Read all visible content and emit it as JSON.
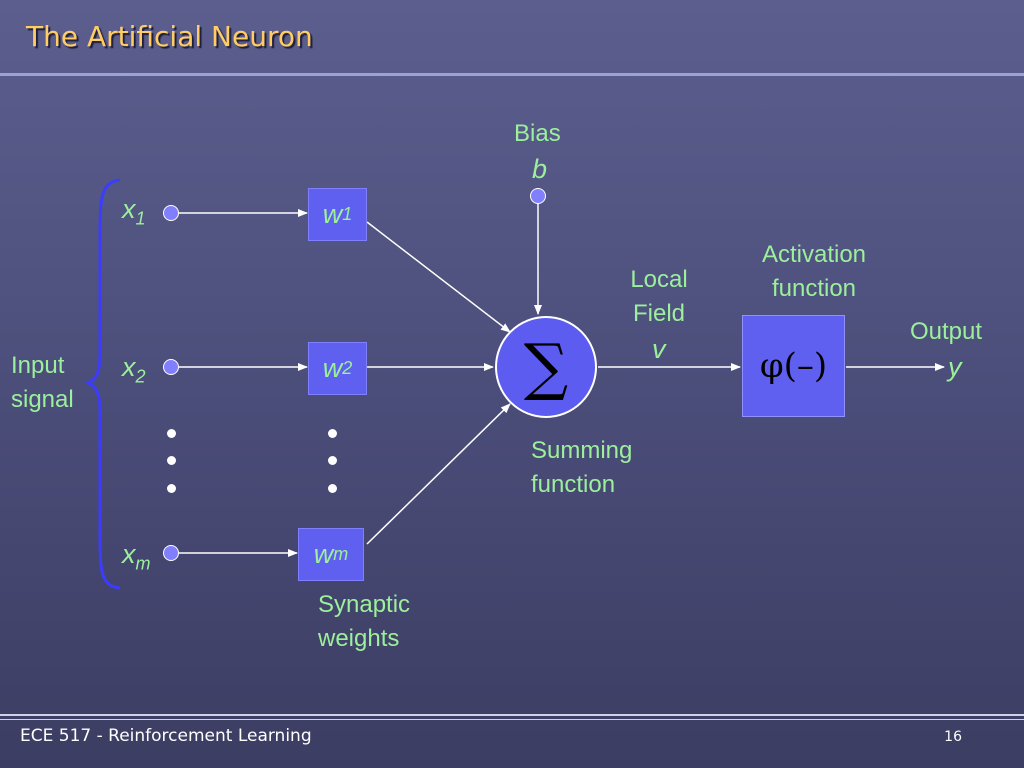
{
  "title": "The Artificial Neuron",
  "footer": {
    "course": "ECE 517 - Reinforcement Learning",
    "page": "16"
  },
  "labels": {
    "bias": "Bias",
    "bias_var": "b",
    "input_signal": [
      "Input",
      "signal"
    ],
    "local_field": [
      "Local",
      "Field"
    ],
    "local_field_var": "v",
    "activation": [
      "Activation",
      "function"
    ],
    "output": "Output",
    "output_var": "y",
    "summing": [
      "Summing",
      "function"
    ],
    "synaptic": [
      "Synaptic",
      "weights"
    ]
  },
  "inputs": [
    {
      "base": "x",
      "sub": "1"
    },
    {
      "base": "x",
      "sub": "2"
    },
    {
      "base": "x",
      "sub": "m"
    }
  ],
  "weights": [
    {
      "base": "w",
      "sub": "1"
    },
    {
      "base": "w",
      "sub": "2"
    },
    {
      "base": "w",
      "sub": "m"
    }
  ],
  "symbols": {
    "sum": "∑",
    "activation": "φ(–)"
  },
  "colors": {
    "title": "#ffcc66",
    "label_text": "#9cf09c",
    "box_fill": "#6060f0",
    "brace": "#3c3cff"
  }
}
